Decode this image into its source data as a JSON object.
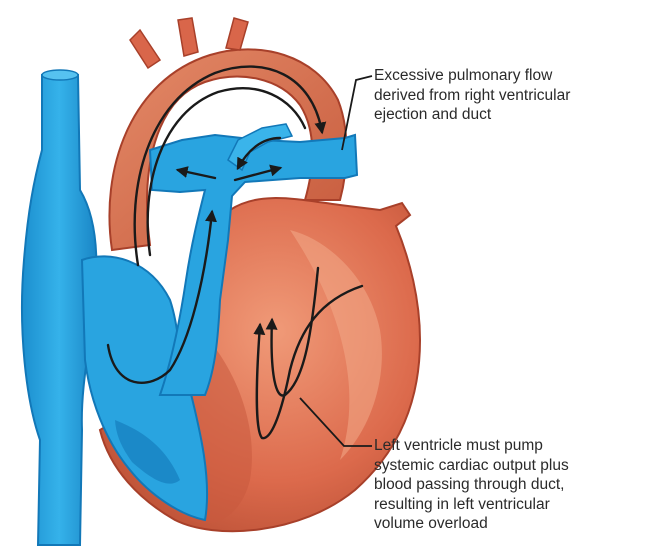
{
  "annotations": {
    "pulmonary_flow": {
      "lines": [
        "Excessive pulmonary flow",
        "derived from right ventricular",
        "ejection and duct"
      ]
    },
    "left_ventricle": {
      "lines": [
        "Left ventricle must pump",
        "systemic cardiac output plus",
        "blood passing through duct,",
        "resulting in left ventricular",
        "volume overload"
      ]
    }
  },
  "colors": {
    "deoxygenated_blue": "#29a4e0",
    "blue_shade": "#1278b8",
    "oxygenated_red": "#d9664a",
    "red_shade": "#a8402a",
    "red_light": "#f0a07e",
    "flow_arrow": "#1a1a1a"
  }
}
